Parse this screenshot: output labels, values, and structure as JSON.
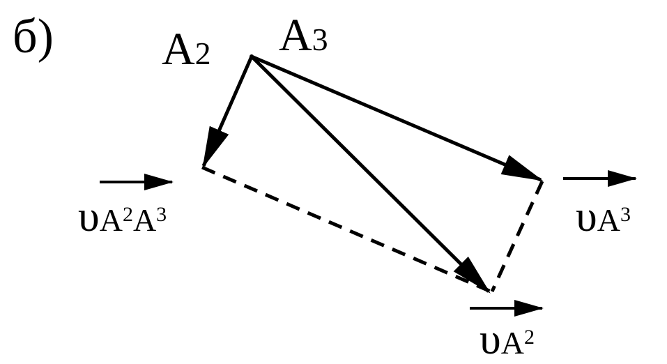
{
  "diagram": {
    "panel_label": "б)",
    "points": {
      "a2": {
        "letter": "A",
        "index": "2"
      },
      "a3": {
        "letter": "A",
        "index": "3"
      }
    },
    "vectors": {
      "relative": {
        "symbol": "υ",
        "sub_1_letter": "A",
        "sub_1_index": "2",
        "sub_2_letter": "A",
        "sub_2_index": "3"
      },
      "a3": {
        "symbol": "υ",
        "sub_letter": "A",
        "sub_index": "3"
      },
      "a2": {
        "symbol": "υ",
        "sub_letter": "A",
        "sub_index": "2"
      }
    },
    "colors": {
      "ink": "#000000",
      "background": "#ffffff"
    }
  }
}
